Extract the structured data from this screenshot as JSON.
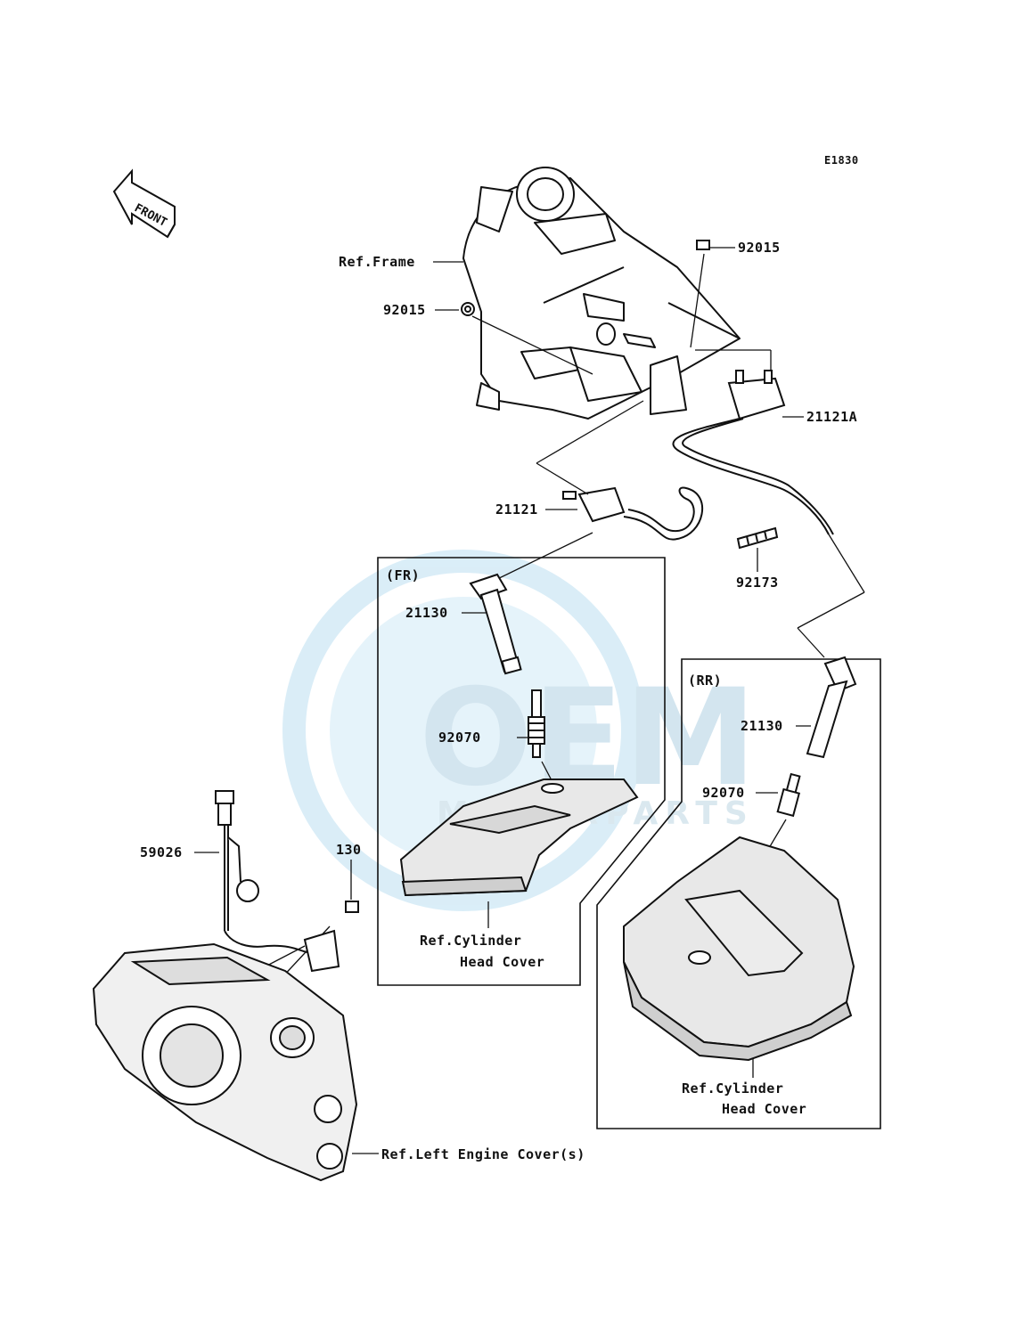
{
  "diagram_code": "E1830",
  "front_marker": "FRONT",
  "watermark": {
    "brand": "OEM",
    "sub": "MOTORPARTS",
    "color": "#cfe8f5"
  },
  "boxes": {
    "front": "(FR)",
    "rear": "(RR)"
  },
  "labels": {
    "ref_frame": "Ref.Frame",
    "p92015_top": "92015",
    "p92015_left": "92015",
    "p21121a": "21121A",
    "p21121": "21121",
    "p92173": "92173",
    "p21130_fr": "21130",
    "p92070_fr": "92070",
    "ref_cyl_head_fr_1": "Ref.Cylinder",
    "ref_cyl_head_fr_2": "Head Cover",
    "p21130_rr": "21130",
    "p92070_rr": "92070",
    "ref_cyl_head_rr_1": "Ref.Cylinder",
    "ref_cyl_head_rr_2": "Head Cover",
    "p59026": "59026",
    "p130": "130",
    "ref_left_engine_cover": "Ref.Left Engine Cover(s)"
  }
}
